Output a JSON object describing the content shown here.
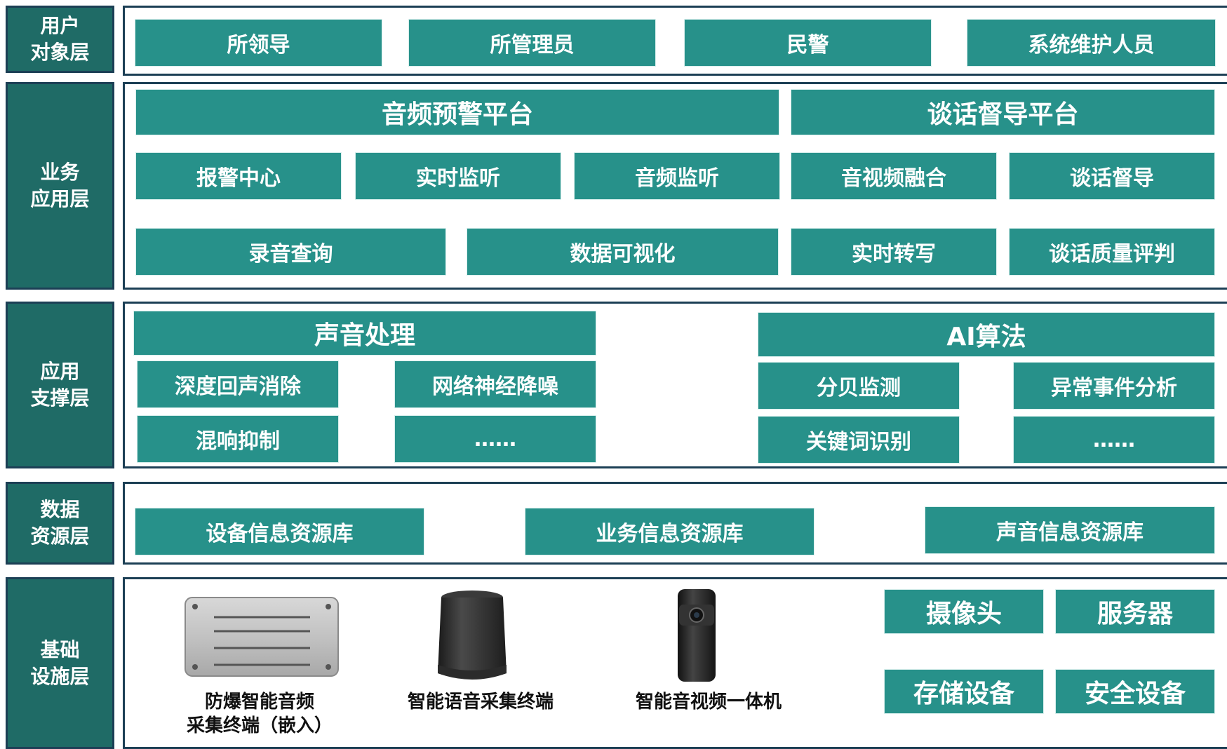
{
  "layers": {
    "user": {
      "label": "用户\n对象层",
      "items": [
        "所领导",
        "所管理员",
        "民警",
        "系统维护人员"
      ]
    },
    "business": {
      "label": "业务\n应用层",
      "platforms": [
        "音频预警平台",
        "谈话督导平台"
      ],
      "row1": [
        "报警中心",
        "实时监听",
        "音频监听",
        "音视频融合",
        "谈话督导"
      ],
      "row2": [
        "录音查询",
        "数据可视化",
        "实时转写",
        "谈话质量评判"
      ]
    },
    "support": {
      "label": "应用\n支撑层",
      "groups": [
        {
          "title": "声音处理",
          "items": [
            "深度回声消除",
            "网络神经降噪",
            "混响抑制",
            "……"
          ]
        },
        {
          "title": "AI算法",
          "items": [
            "分贝监测",
            "异常事件分析",
            "关键词识别",
            "……"
          ]
        }
      ]
    },
    "data": {
      "label": "数据\n资源层",
      "items": [
        "设备信息资源库",
        "业务信息资源库",
        "声音信息资源库"
      ]
    },
    "infra": {
      "label": "基础\n设施层",
      "devices": [
        "防爆智能音频\n采集终端（嵌入）",
        "智能语音采集终端",
        "智能音视频一体机"
      ],
      "items": [
        "摄像头",
        "服务器",
        "存储设备",
        "安全设备"
      ]
    }
  },
  "colors": {
    "box_fill": "#27918a",
    "label_fill": "#1f6b66",
    "frame_border": "#1c3f55"
  }
}
